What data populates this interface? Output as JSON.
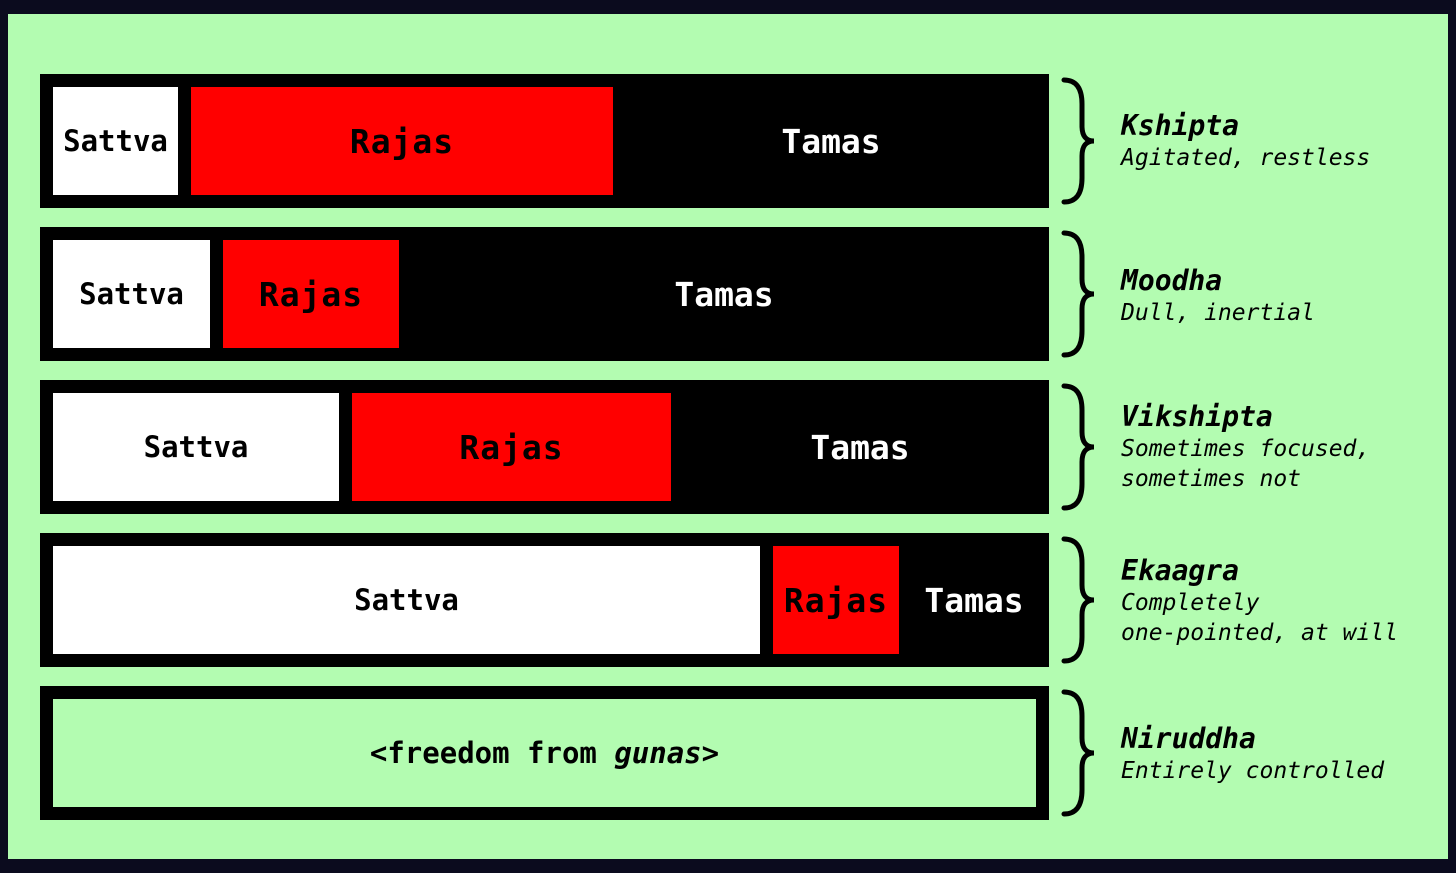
{
  "colors": {
    "background": "#b3fcb1",
    "sattva": "#ffffff",
    "rajas": "#ff0000",
    "tamas": "#000000"
  },
  "guna_labels": {
    "sattva": "Sattva",
    "rajas": "Rajas",
    "tamas": "Tamas"
  },
  "states": [
    {
      "name": "Kshipta",
      "description": "Agitated, restless"
    },
    {
      "name": "Moodha",
      "description": "Dull, inertial"
    },
    {
      "name": "Vikshipta",
      "description": "Sometimes focused,\nsometimes not"
    },
    {
      "name": "Ekaagra",
      "description": "Completely\none-pointed, at will"
    },
    {
      "name": "Niruddha",
      "description": "Entirely controlled"
    }
  ],
  "freedom": {
    "prefix": "<freedom from ",
    "emphasis": "gunas",
    "suffix": ">"
  }
}
